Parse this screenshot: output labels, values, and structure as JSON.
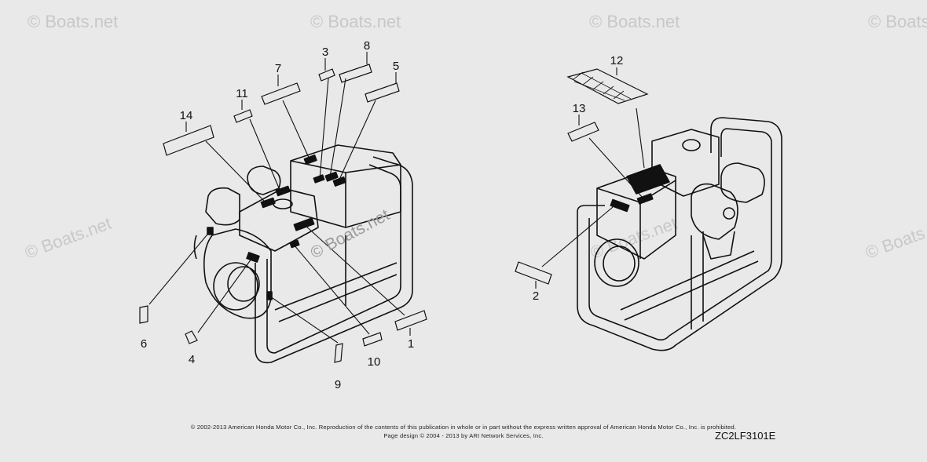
{
  "watermark": "© Boats.net",
  "center_watermark": "© Boats.net",
  "callouts": [
    "1",
    "2",
    "3",
    "4",
    "5",
    "6",
    "7",
    "8",
    "9",
    "10",
    "11",
    "12",
    "13",
    "14"
  ],
  "copyright_line": "© 2002-2013 American Honda Motor Co., Inc. Reproduction of the contents of this publication in whole or in part without the express written approval of American Honda Motor Co., Inc. is prohibited.",
  "page_design_line": "Page design © 2004 - 2013 by ARI Network Services, Inc.",
  "diagram_code": "ZC2LF3101E"
}
